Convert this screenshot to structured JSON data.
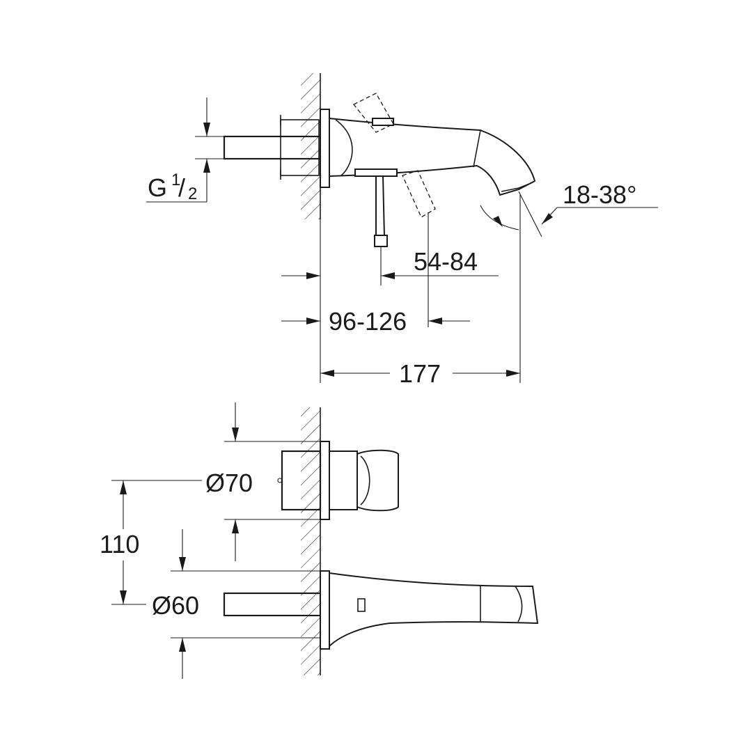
{
  "drawing": {
    "side_view": {
      "thread_label_main": "G",
      "thread_fraction_num": "1",
      "thread_fraction_sep": "/",
      "thread_fraction_den": "2",
      "dim_lever_offset": "54-84",
      "dim_body_depth": "96-126",
      "dim_spout_projection": "177",
      "dim_swivel_angle": "18-38°"
    },
    "top_view": {
      "dim_handle_rosette": "Ø70",
      "dim_spout_rosette": "Ø60",
      "dim_center_distance": "110"
    }
  },
  "colors": {
    "line": "#1a1a1a",
    "background": "#ffffff"
  }
}
